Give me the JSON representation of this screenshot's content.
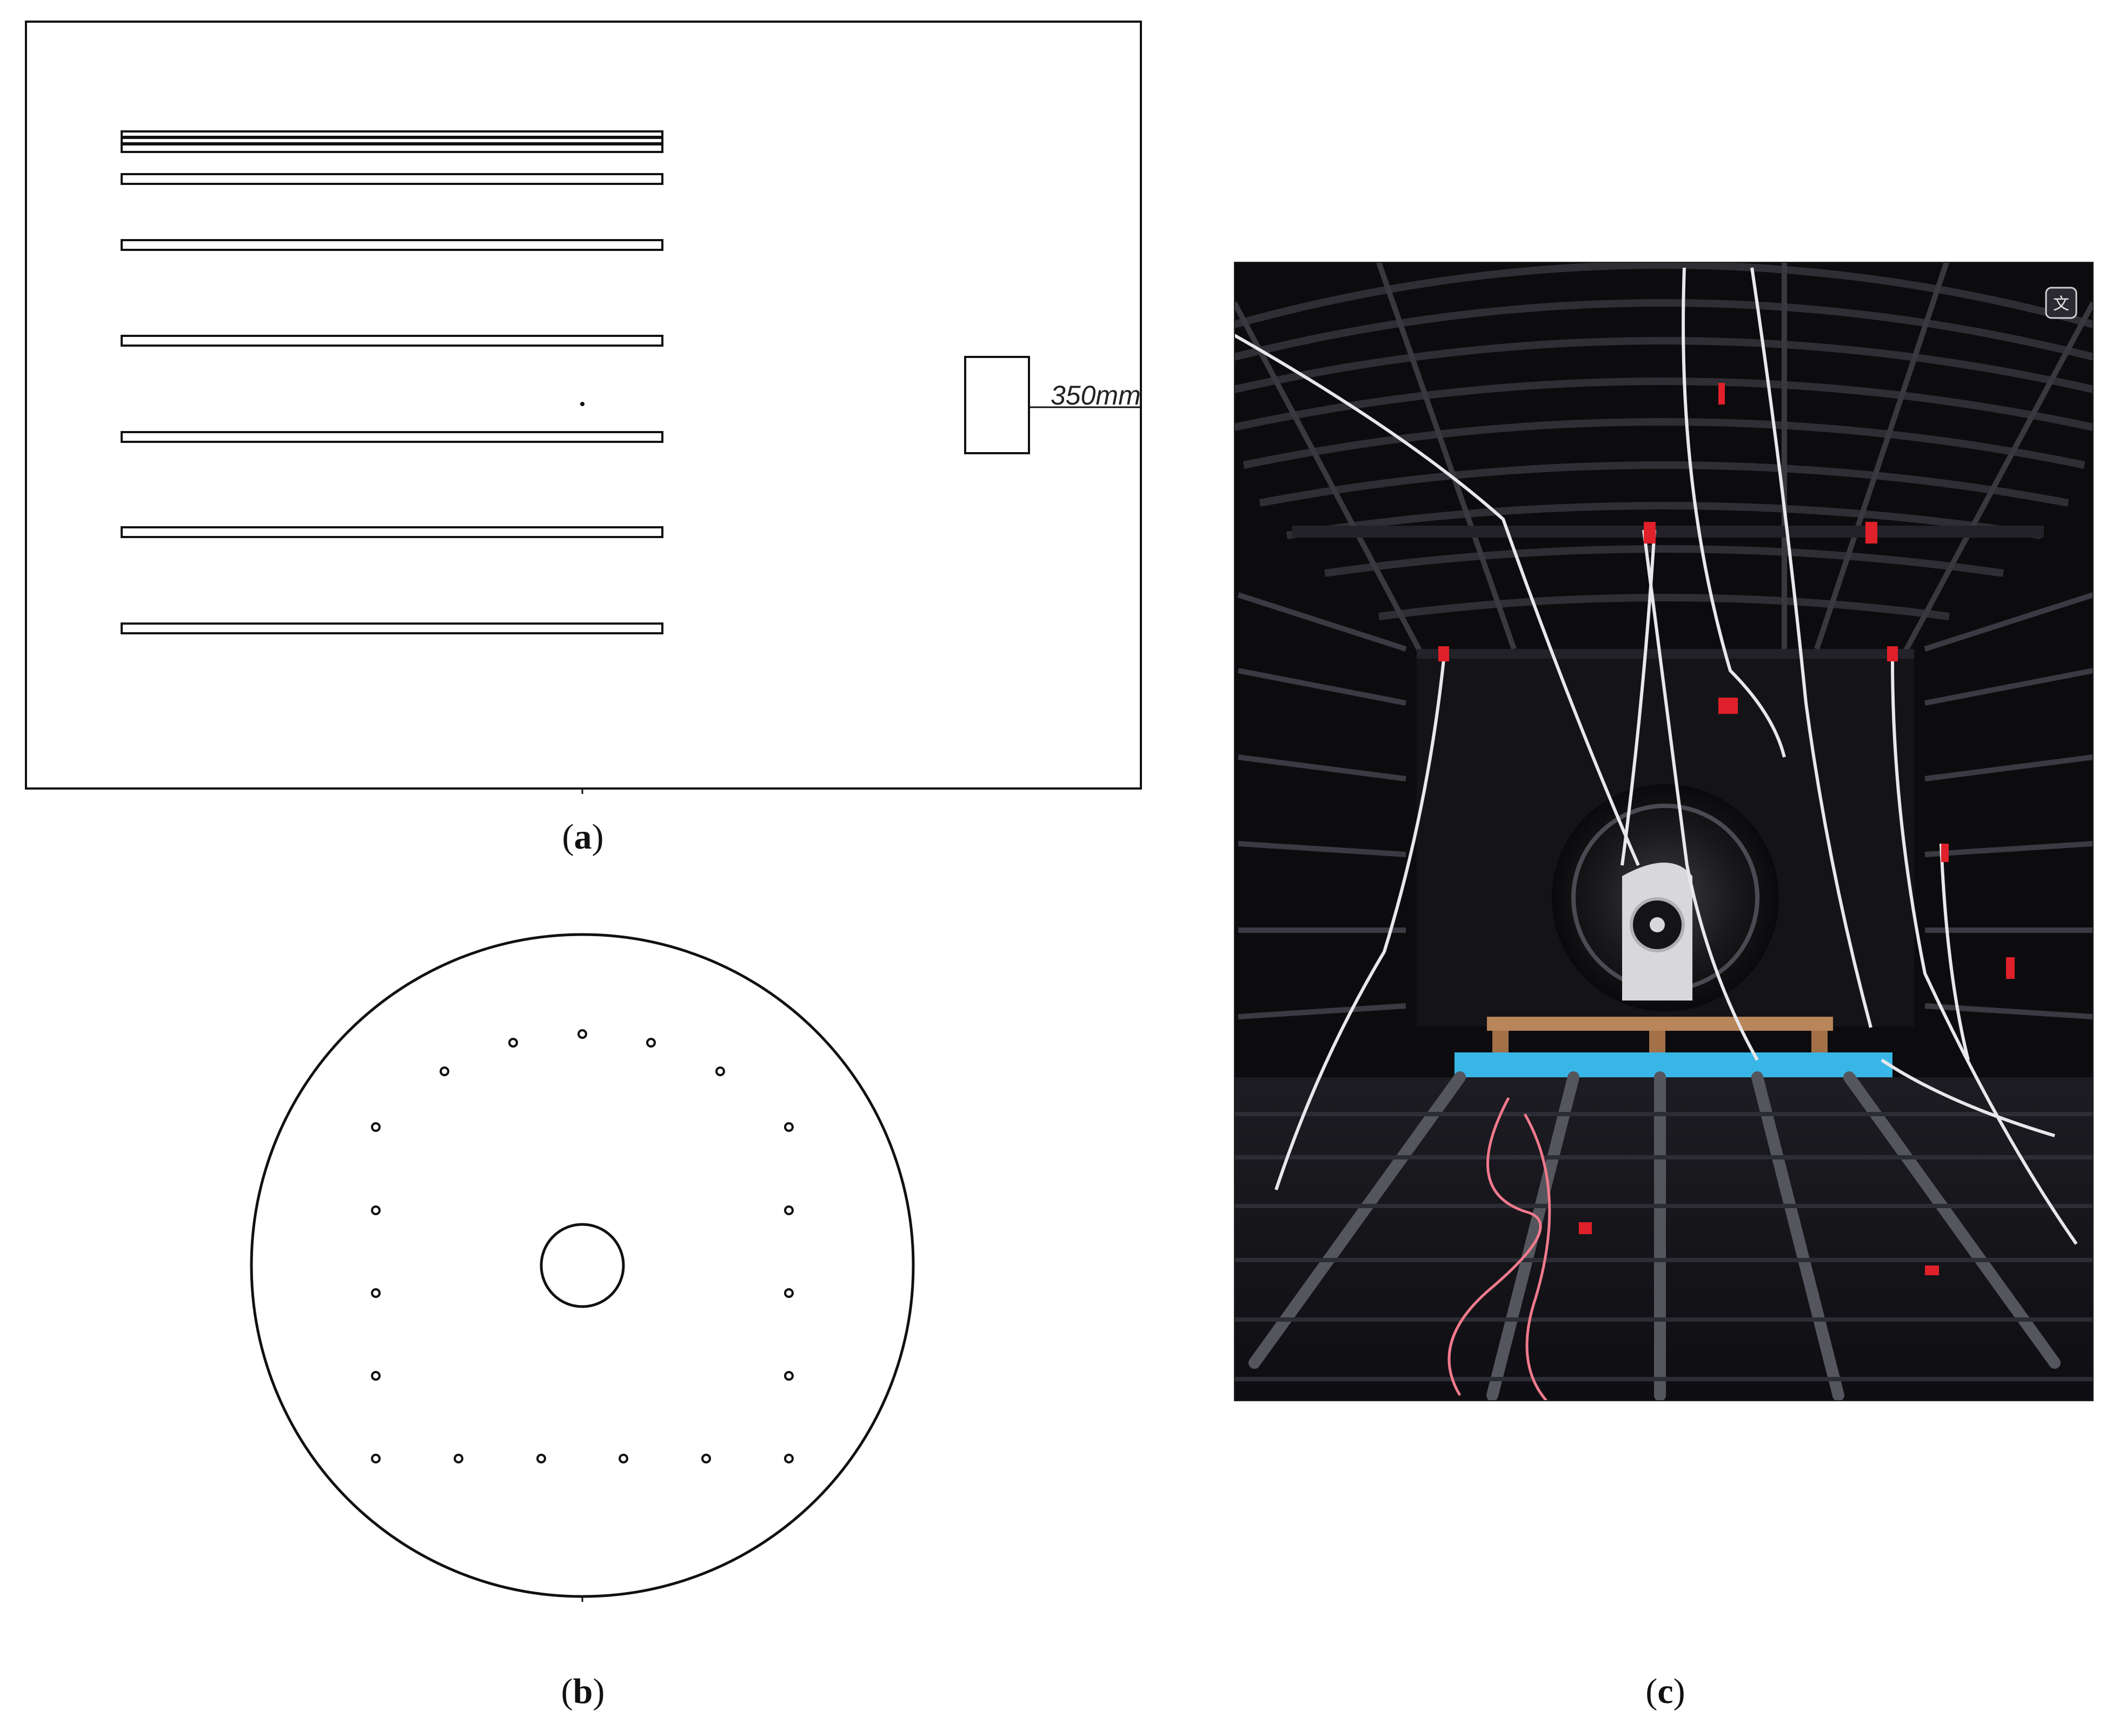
{
  "figure": {
    "panel_a": {
      "caption_letter": "a",
      "dimension_label": "350mm"
    },
    "panel_b": {
      "caption_letter": "b"
    },
    "panel_c": {
      "caption_letter": "c",
      "photo_icon": "translate-icon"
    }
  },
  "colors": {
    "line": "#111111",
    "photo_background": "#0c0c0e",
    "foam_block": "#38b6e6",
    "wood_pallet": "#b9855a",
    "tape_red": "#e0202a",
    "wire_white": "#e8e8ec"
  }
}
